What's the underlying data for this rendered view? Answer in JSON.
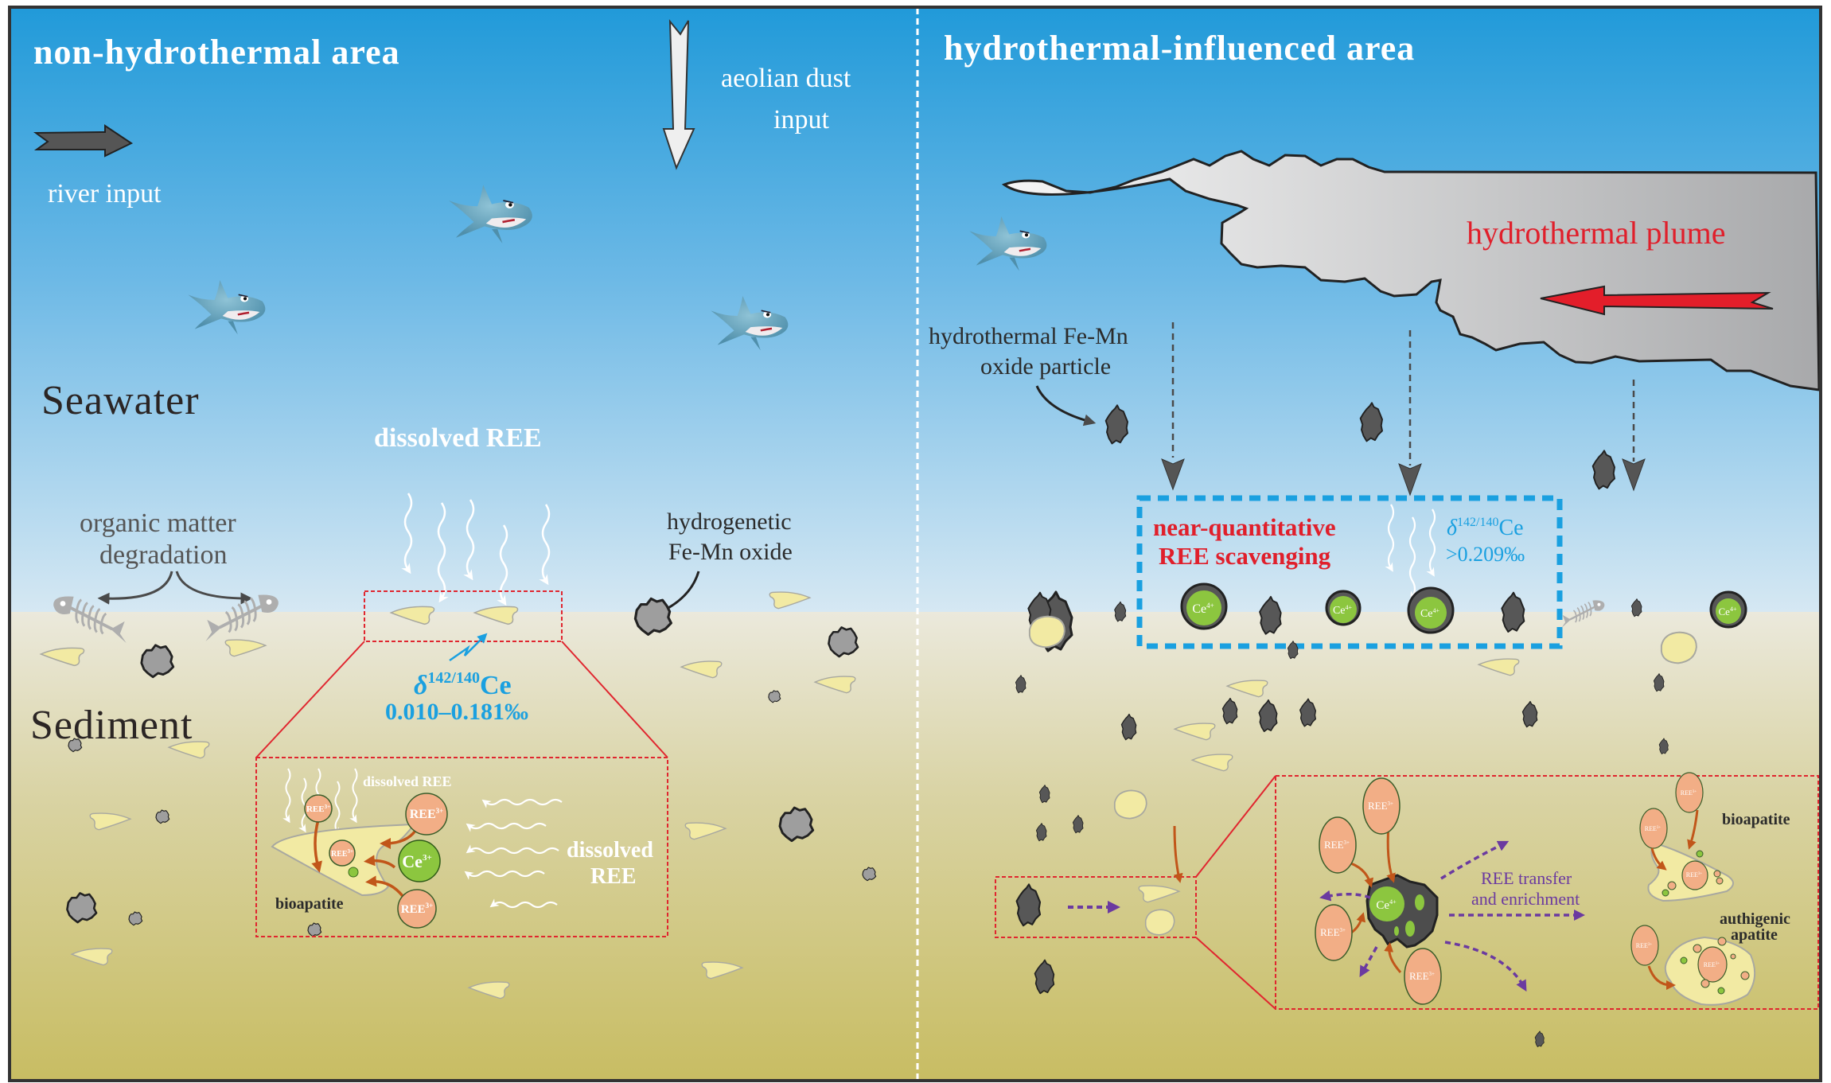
{
  "left_panel": {
    "title": "non-hydrothermal  area",
    "river_input": "river input",
    "aeolian_line1": "aeolian dust",
    "aeolian_line2": "input",
    "seawater": "Seawater",
    "sediment": "Sediment",
    "dissolved_ree": "dissolved REE",
    "organic_line1": "organic  matter",
    "organic_line2": "degradation",
    "hydrogenetic_line1": "hydrogenetic",
    "hydrogenetic_line2": "Fe-Mn oxide",
    "delta_symbol": "δ",
    "delta_superscript": "142/140",
    "delta_element": "Ce",
    "delta_range": "0.010–0.181‰",
    "inset": {
      "dissolved_ree_small": "dissolved REE",
      "dissolved_line1": "dissolved",
      "dissolved_line2": "REE",
      "bioapatite": "bioapatite",
      "ree_ion": "REE",
      "ree_charge": "3+",
      "ce_ion": "Ce",
      "ce_charge": "3+"
    }
  },
  "right_panel": {
    "title": "hydrothermal-influenced  area",
    "plume_label": "hydrothermal  plume",
    "particle_line1": "hydrothermal Fe-Mn",
    "particle_line2": "oxide particle",
    "scavenging_line1": "near-quantitative",
    "scavenging_line2": "REE scavenging",
    "delta_symbol": "δ",
    "delta_superscript": "142/140",
    "delta_element": "Ce",
    "delta_value": ">0.209‰",
    "ce4_ion": "Ce",
    "ce4_charge": "4+",
    "inset": {
      "transfer_line1": "REE transfer",
      "transfer_line2": "and enrichment",
      "bioapatite": "bioapatite",
      "authigenic_line1": "authigenic",
      "authigenic_line2": "apatite",
      "ree_ion": "REE",
      "ree_charge": "3+",
      "ce_ion": "Ce",
      "ce_charge": "4+"
    }
  },
  "colors": {
    "sky_top": "#219ad9",
    "sky_bottom": "#d6e8f3",
    "sediment_top": "#ebe9dc",
    "sediment_bottom": "#c8bd63",
    "plume_light": "#f4f4f4",
    "plume_dark": "#a8a9ab",
    "plume_arrow": "#e31e2a",
    "highlight_blue": "#1aa0e0",
    "ree_ion_fill": "#f2ae86",
    "ce_ion_fill": "#8cc63f",
    "fe_mn_dark": "#4d4d4d",
    "fe_mn_light": "#9e9e9e",
    "apatite_fill": "#f2eaa3",
    "transfer_purple": "#6b3aa0",
    "uptake_orange": "#c1561a",
    "inset_red": "#e0262f"
  }
}
